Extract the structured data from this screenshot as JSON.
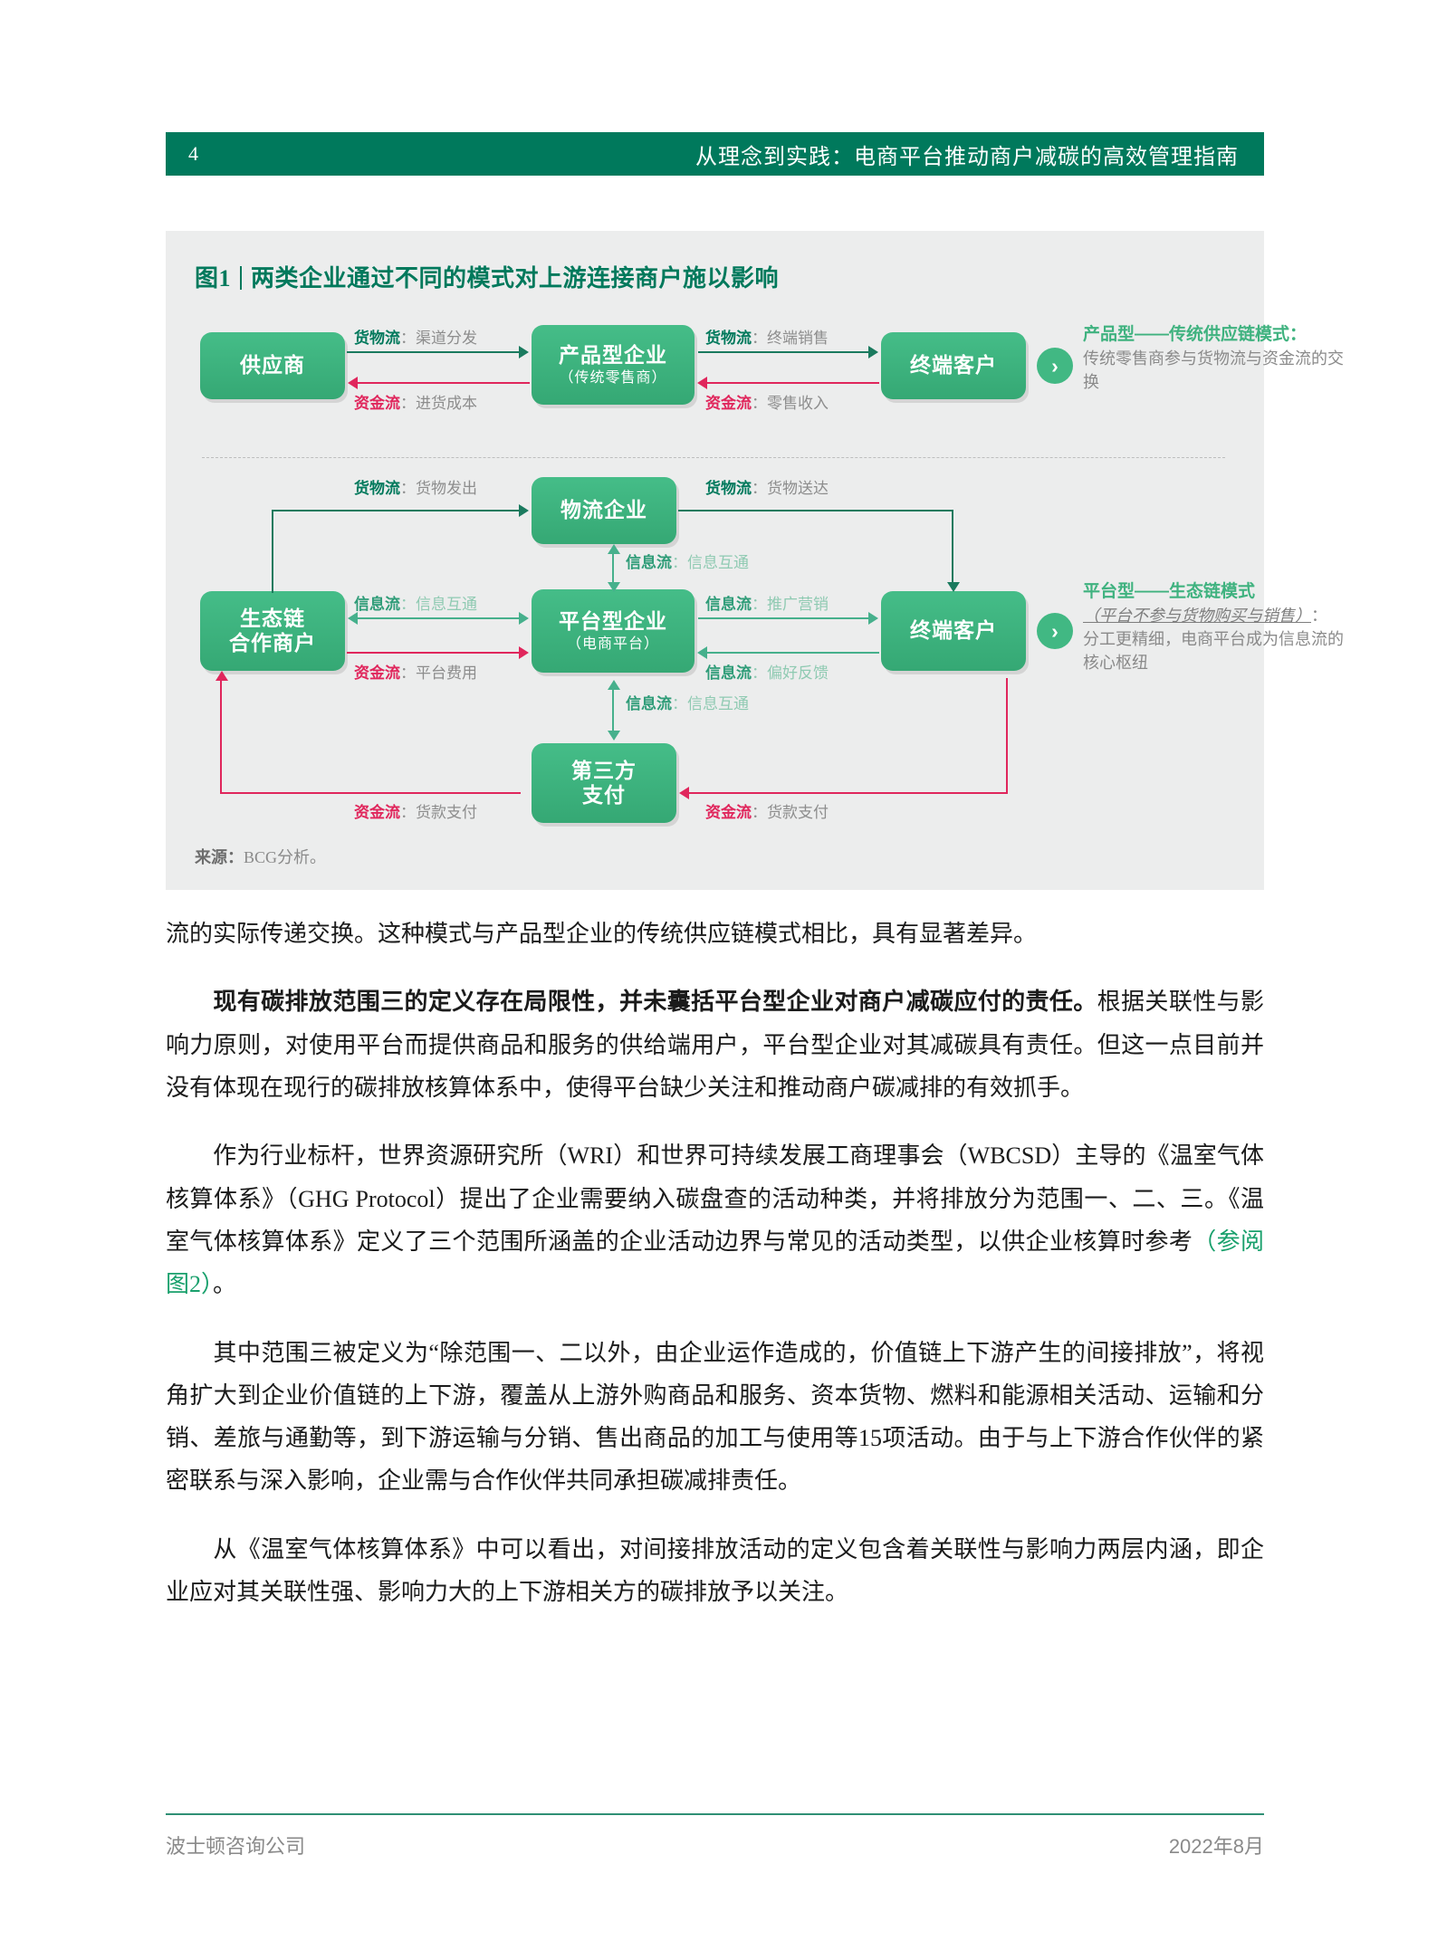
{
  "header": {
    "page_number": "4",
    "title": "从理念到实践：电商平台推动商户减碳的高效管理指南",
    "band_color": "#00795c"
  },
  "figure": {
    "label": "图1",
    "title": "两类企业通过不同的模式对上游连接商户施以影响",
    "source": "来源：",
    "source_value": "BCG分析。",
    "nodes": {
      "supplier": {
        "main": "供应商",
        "sub": ""
      },
      "product_firm": {
        "main": "产品型企业",
        "sub": "（传统零售商）"
      },
      "end_customer_top": {
        "main": "终端客户",
        "sub": ""
      },
      "logistics": {
        "main": "物流企业",
        "sub": ""
      },
      "eco_partner": {
        "main_line1": "生态链",
        "main_line2": "合作商户"
      },
      "platform_firm": {
        "main": "平台型企业",
        "sub": "（电商平台）"
      },
      "end_customer_bottom": {
        "main": "终端客户",
        "sub": ""
      },
      "third_party_pay": {
        "main_line1": "第三方",
        "main_line2": "支付"
      }
    },
    "flows": {
      "top_goods_left": {
        "key": "货物流",
        "sep": "：",
        "value": "渠道分发"
      },
      "top_money_left": {
        "key": "资金流",
        "sep": "：",
        "value": "进货成本"
      },
      "top_goods_right": {
        "key": "货物流",
        "sep": "：",
        "value": "终端销售"
      },
      "top_money_right": {
        "key": "资金流",
        "sep": "：",
        "value": "零售收入"
      },
      "log_goods_left": {
        "key": "货物流",
        "sep": "：",
        "value": "货物发出"
      },
      "log_goods_right": {
        "key": "货物流",
        "sep": "：",
        "value": "货物送达"
      },
      "log_info": {
        "key": "信息流",
        "sep": "：",
        "value": "信息互通"
      },
      "eco_info": {
        "key": "信息流",
        "sep": "：",
        "value": "信息互通"
      },
      "eco_money": {
        "key": "资金流",
        "sep": "：",
        "value": "平台费用"
      },
      "plat_info_promo": {
        "key": "信息流",
        "sep": "：",
        "value": "推广营销"
      },
      "plat_info_pref": {
        "key": "信息流",
        "sep": "：",
        "value": "偏好反馈"
      },
      "pay_info": {
        "key": "信息流",
        "sep": "：",
        "value": "信息互通"
      },
      "pay_money_left": {
        "key": "资金流",
        "sep": "：",
        "value": "货款支付"
      },
      "pay_money_right": {
        "key": "资金流",
        "sep": "：",
        "value": "货款支付"
      }
    },
    "callout_top": {
      "head": "产品型——传统供应链模式：",
      "body": "传统零售商参与货物流与资金流的交换",
      "chevron": "chevron-right-icon"
    },
    "callout_bottom": {
      "head": "平台型——生态链模式",
      "sub": "（平台不参与货物购买与销售）",
      "sub_tail": "：",
      "body": "分工更精细，电商平台成为信息流的核心枢纽",
      "chevron": "chevron-right-icon"
    }
  },
  "body": {
    "p1": "流的实际传递交换。这种模式与产品型企业的传统供应链模式相比，具有显著差异。",
    "p2_bold": "现有碳排放范围三的定义存在局限性，并未囊括平台型企业对商户减碳应付的责任。",
    "p2_rest": "根据关联性与影响力原则，对使用平台而提供商品和服务的供给端用户，平台型企业对其减碳具有责任。但这一点目前并没有体现在现行的碳排放核算体系中，使得平台缺少关注和推动商户碳减排的有效抓手。",
    "p3_a": "作为行业标杆，世界资源研究所（WRI）和世界可持续发展工商理事会（WBCSD）主导的《温室气体核算体系》（GHG Protocol）提出了企业需要纳入碳盘查的活动种类，并将排放分为范围一、二、三。《温室气体核算体系》定义了三个范围所涵盖的企业活动边界与常见的活动类型，以供企业核算时参考",
    "p3_ref": "（参阅图2）",
    "p3_end": "。",
    "p4": "其中范围三被定义为“除范围一、二以外，由企业运作造成的，价值链上下游产生的间接排放”，将视角扩大到企业价值链的上下游，覆盖从上游外购商品和服务、资本货物、燃料和能源相关活动、运输和分销、差旅与通勤等，到下游运输与分销、售出商品的加工与使用等15项活动。由于与上下游合作伙伴的紧密联系与深入影响，企业需与合作伙伴共同承担碳减排责任。",
    "p5": "从《温室气体核算体系》中可以看出，对间接排放活动的定义包含着关联性与影响力两层内涵，即企业应对其关联性强、影响力大的上下游相关方的碳排放予以关注。"
  },
  "footer": {
    "left": "波士顿咨询公司",
    "right": "2022年8月",
    "rule_color": "#2f8f74"
  }
}
